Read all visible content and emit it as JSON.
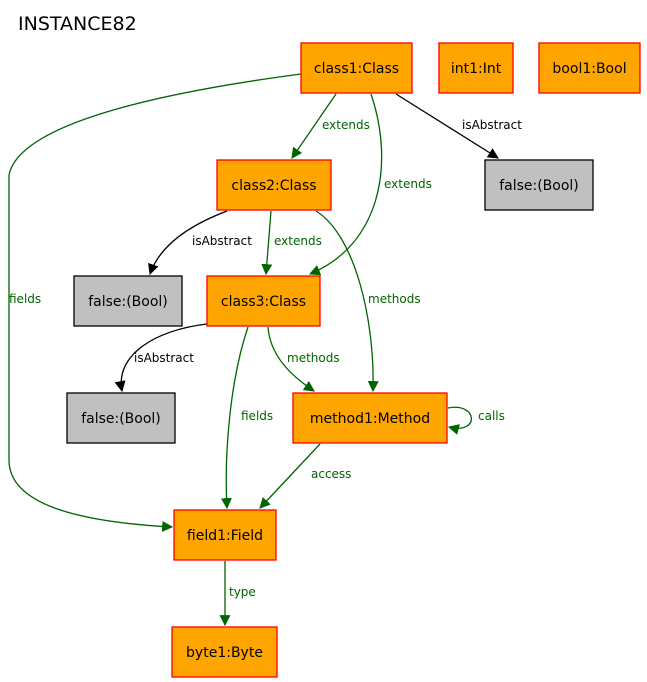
{
  "title": "INSTANCE82",
  "colors": {
    "object_fill": "#ffa500",
    "object_stroke": "#ff0000",
    "value_fill": "#c0c0c0",
    "value_stroke": "#000000",
    "structural_edge": "#006400",
    "attribute_edge": "#000000",
    "background": "#ffffff"
  },
  "nodes": [
    {
      "id": "class1",
      "label": "class1:Class",
      "kind": "object"
    },
    {
      "id": "int1",
      "label": "int1:Int",
      "kind": "object"
    },
    {
      "id": "bool1",
      "label": "bool1:Bool",
      "kind": "object"
    },
    {
      "id": "class2",
      "label": "class2:Class",
      "kind": "object"
    },
    {
      "id": "false1",
      "label": "false:(Bool)",
      "kind": "value"
    },
    {
      "id": "false2",
      "label": "false:(Bool)",
      "kind": "value"
    },
    {
      "id": "class3",
      "label": "class3:Class",
      "kind": "object"
    },
    {
      "id": "false3",
      "label": "false:(Bool)",
      "kind": "value"
    },
    {
      "id": "method1",
      "label": "method1:Method",
      "kind": "object"
    },
    {
      "id": "field1",
      "label": "field1:Field",
      "kind": "object"
    },
    {
      "id": "byte1",
      "label": "byte1:Byte",
      "kind": "object"
    }
  ],
  "edges": [
    {
      "id": "e1",
      "from": "class1",
      "to": "class2",
      "label": "extends",
      "kind": "structural"
    },
    {
      "id": "e2",
      "from": "class1",
      "to": "class3",
      "label": "extends",
      "kind": "structural"
    },
    {
      "id": "e3",
      "from": "class1",
      "to": "false1",
      "label": "isAbstract",
      "kind": "attribute"
    },
    {
      "id": "e4",
      "from": "class1",
      "to": "field1",
      "label": "fields",
      "kind": "structural"
    },
    {
      "id": "e5",
      "from": "class2",
      "to": "false2",
      "label": "isAbstract",
      "kind": "attribute"
    },
    {
      "id": "e6",
      "from": "class2",
      "to": "class3",
      "label": "extends",
      "kind": "structural"
    },
    {
      "id": "e7",
      "from": "class2",
      "to": "method1",
      "label": "methods",
      "kind": "structural"
    },
    {
      "id": "e8",
      "from": "class3",
      "to": "false3",
      "label": "isAbstract",
      "kind": "attribute"
    },
    {
      "id": "e9",
      "from": "class3",
      "to": "method1",
      "label": "methods",
      "kind": "structural"
    },
    {
      "id": "e10",
      "from": "class3",
      "to": "field1",
      "label": "fields",
      "kind": "structural"
    },
    {
      "id": "e11",
      "from": "method1",
      "to": "method1",
      "label": "calls",
      "kind": "structural"
    },
    {
      "id": "e12",
      "from": "method1",
      "to": "field1",
      "label": "access",
      "kind": "structural"
    },
    {
      "id": "e13",
      "from": "field1",
      "to": "byte1",
      "label": "type",
      "kind": "structural"
    }
  ]
}
